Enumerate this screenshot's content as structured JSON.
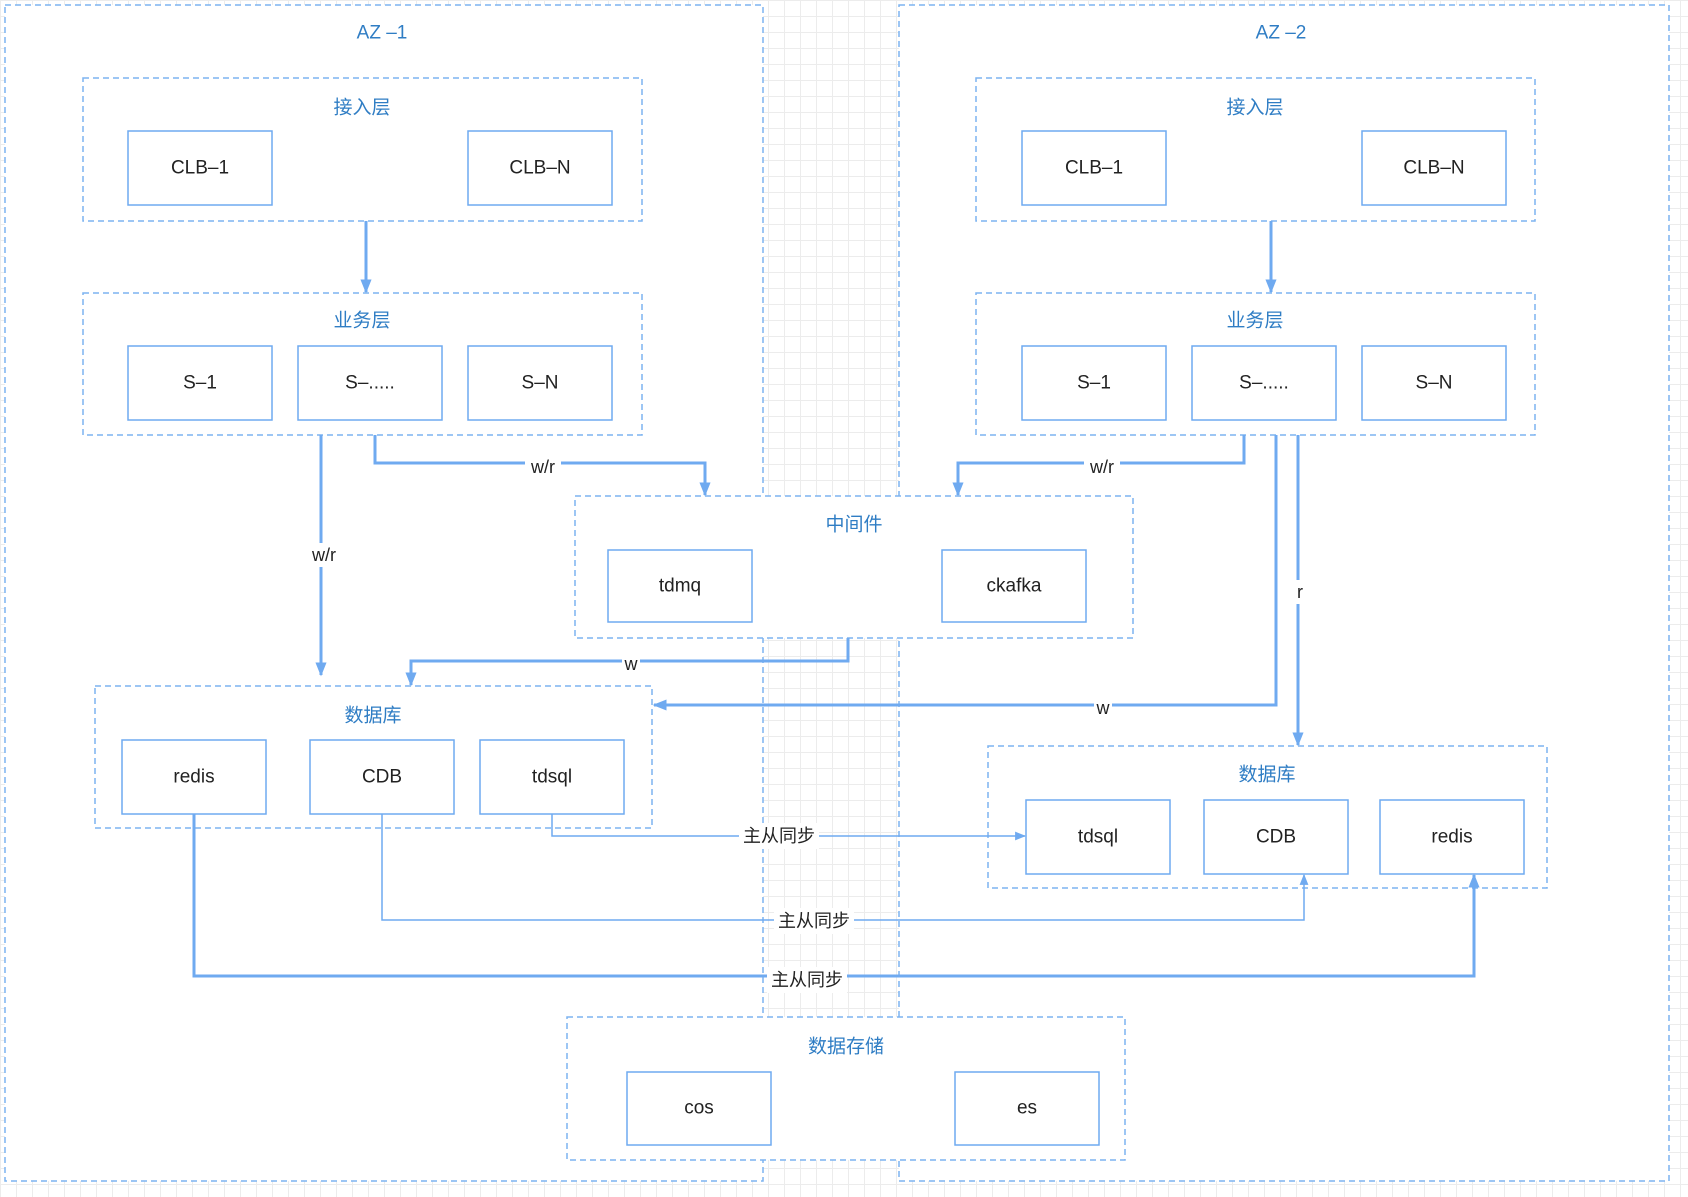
{
  "az1": {
    "title": "AZ –1",
    "access_layer": {
      "title": "接入层",
      "nodes": [
        "CLB–1",
        "CLB–N"
      ]
    },
    "business_layer": {
      "title": "业务层",
      "nodes": [
        "S–1",
        "S–.....",
        "S–N"
      ]
    },
    "database": {
      "title": "数据库",
      "nodes": [
        "redis",
        "CDB",
        "tdsql"
      ]
    }
  },
  "az2": {
    "title": "AZ –2",
    "access_layer": {
      "title": "接入层",
      "nodes": [
        "CLB–1",
        "CLB–N"
      ]
    },
    "business_layer": {
      "title": "业务层",
      "nodes": [
        "S–1",
        "S–.....",
        "S–N"
      ]
    },
    "database": {
      "title": "数据库",
      "nodes": [
        "tdsql",
        "CDB",
        "redis"
      ]
    }
  },
  "middleware": {
    "title": "中间件",
    "nodes": [
      "tdmq",
      "ckafka"
    ]
  },
  "storage": {
    "title": "数据存储",
    "nodes": [
      "cos",
      "es"
    ]
  },
  "edge_labels": {
    "az1_business_to_az1_database": "w/r",
    "az1_business_to_middleware": "w/r",
    "middleware_to_az1_database": "w",
    "az2_business_to_middleware": "w/r",
    "az2_business_to_az1_database": "w",
    "az2_business_to_az2_database": "r",
    "tdsql_sync": "主从同步",
    "cdb_sync": "主从同步",
    "redis_sync": "主从同步"
  },
  "colors": {
    "line": "#6faaf0",
    "border": "#7db4f0",
    "title": "#2f7dc4",
    "text": "#222222",
    "grid": "#ececec"
  }
}
